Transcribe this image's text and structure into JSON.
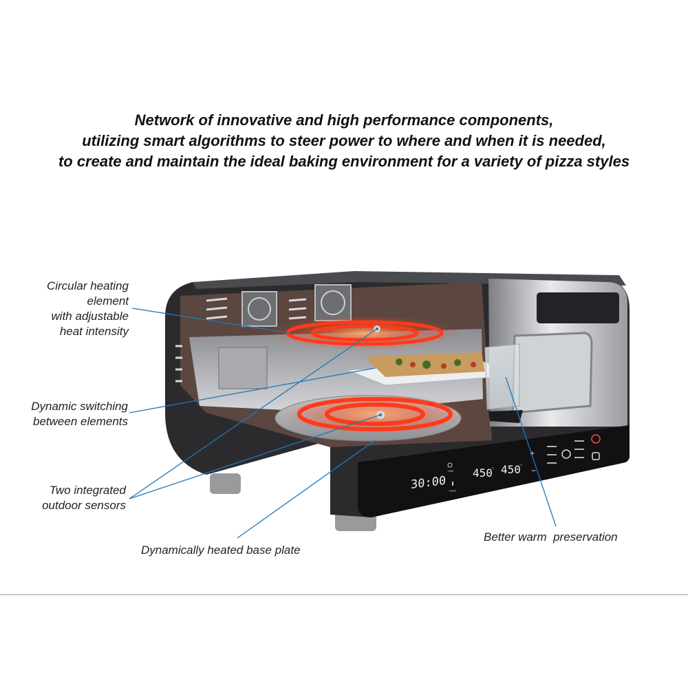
{
  "headline": [
    "Network of innovative and high performance components,",
    "utilizing smart algorithms to steer power to where and when it is needed,",
    "to create and maintain the ideal baking environment for a variety of pizza styles"
  ],
  "callouts": {
    "circular_heating": [
      "Circular heating",
      "element",
      "with adjustable",
      "heat intensity"
    ],
    "dynamic_switching": [
      "Dynamic switching",
      "between elements"
    ],
    "sensors": [
      "Two integrated",
      "outdoor sensors"
    ],
    "base_plate": [
      "Dynamically heated base plate"
    ],
    "warm_preservation": [
      "Better warm  preservation"
    ]
  },
  "display": {
    "timer": "30:00",
    "temp_top": "450",
    "temp_bottom": "450",
    "unit": "°C",
    "time_label": "TIME",
    "temp_label": "TEMP",
    "plus": "+",
    "minus": "−"
  },
  "colors": {
    "leader_line": "#1f78b8",
    "heating_glow": "#ff3a1a",
    "oven_body": "#2b2b2e"
  },
  "icons": [
    "power-icon",
    "start-stop-icon",
    "light-icon",
    "clock-icon",
    "thermometer-icon"
  ]
}
